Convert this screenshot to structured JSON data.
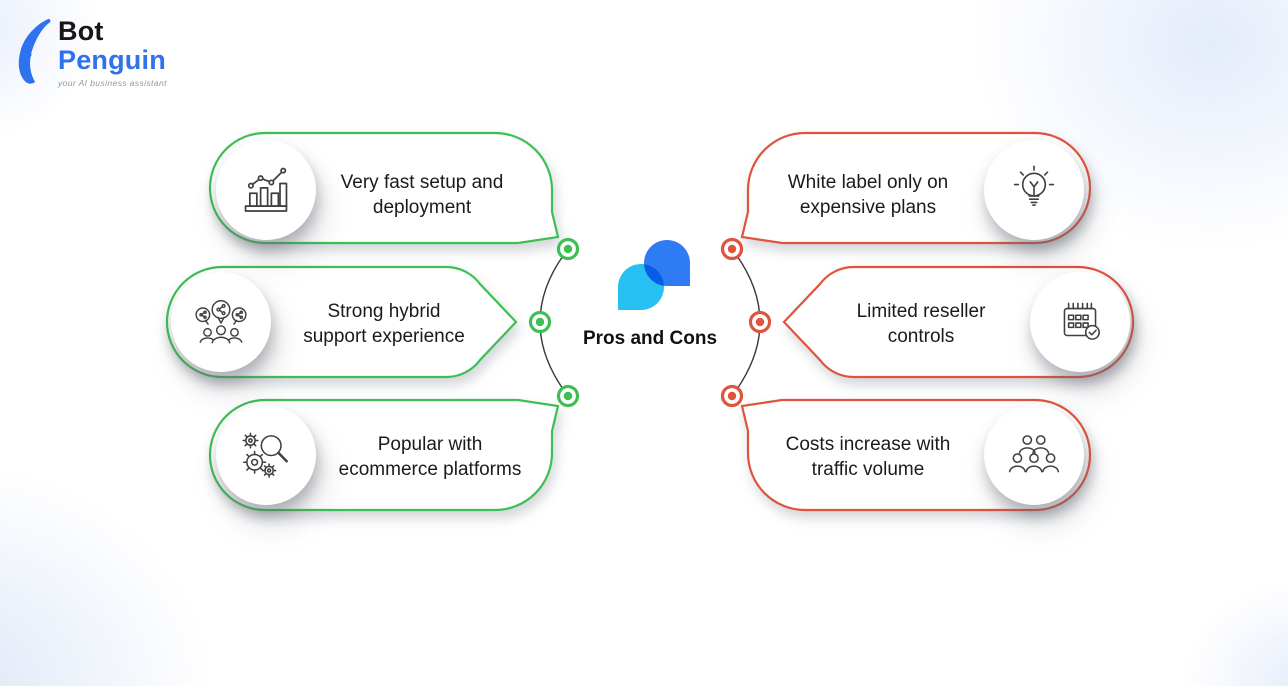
{
  "brand": {
    "bot": "Bot",
    "penguin": "Penguin",
    "tagline": "your AI business assistant"
  },
  "center": {
    "title": "Pros and Cons"
  },
  "colors": {
    "pro": "#3dbf54",
    "con": "#e0533c",
    "line": "#3a3a3a",
    "bubble_fill": "#ffffff",
    "logo_blue": "#2e7bf3",
    "logo_cyan": "#27c0f2",
    "brand_blue": "#2f72ee"
  },
  "pros": [
    {
      "icon": "bar-chart-icon",
      "lines": [
        "Very fast setup and",
        "deployment"
      ]
    },
    {
      "icon": "team-share-icon",
      "lines": [
        "Strong hybrid",
        "support experience"
      ]
    },
    {
      "icon": "gears-search-icon",
      "lines": [
        "Popular with",
        "ecommerce platforms"
      ]
    }
  ],
  "cons": [
    {
      "icon": "lightbulb-icon",
      "lines": [
        "White label only on",
        "expensive plans"
      ]
    },
    {
      "icon": "calendar-check-icon",
      "lines": [
        "Limited reseller",
        "controls"
      ]
    },
    {
      "icon": "people-group-icon",
      "lines": [
        "Costs increase with",
        "traffic volume"
      ]
    }
  ]
}
